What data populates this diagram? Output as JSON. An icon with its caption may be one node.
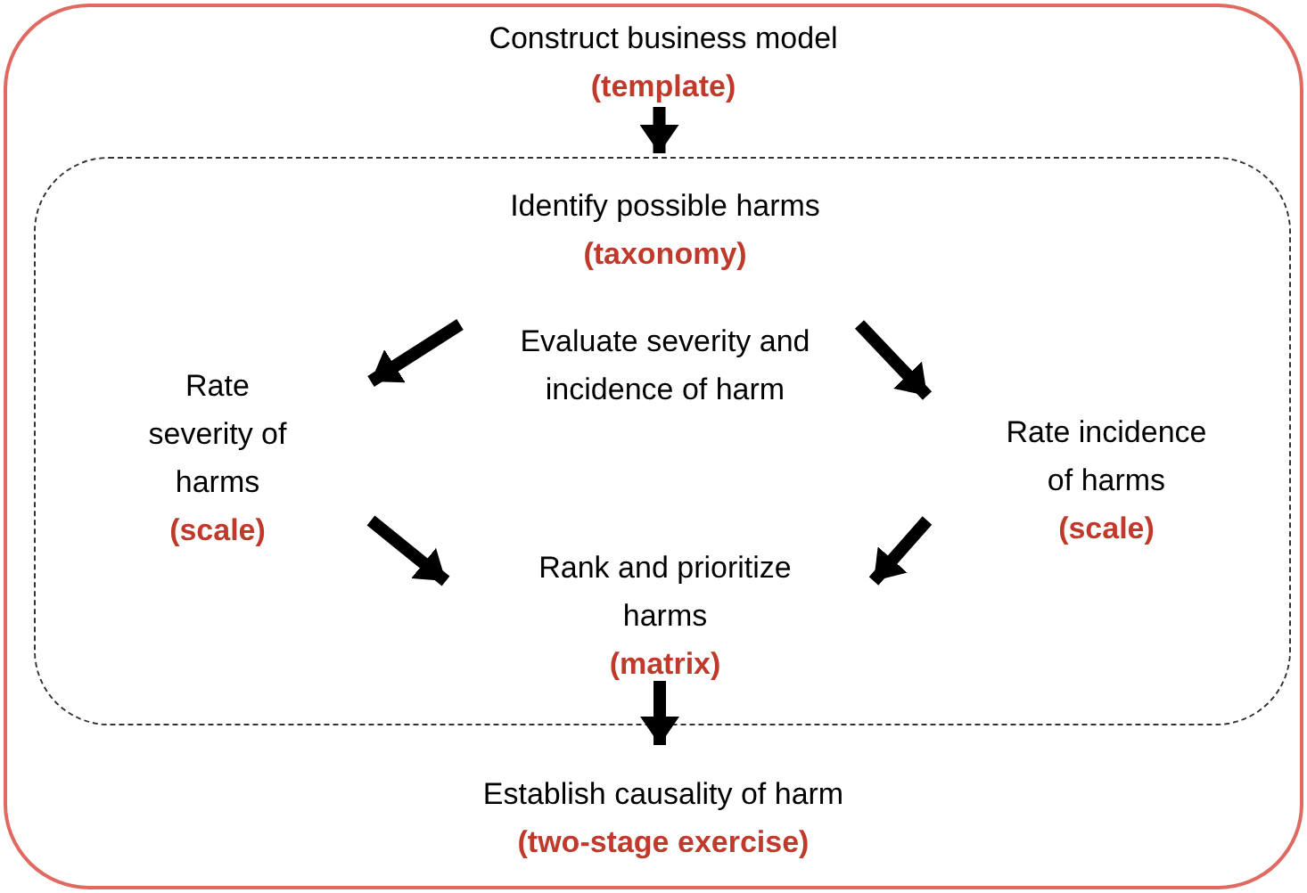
{
  "diagram": {
    "nodes": [
      {
        "text": [],
        "shape": "box"
      },
      {
        "text": [
          "Construct business model",
          "(template)"
        ],
        "in": 0
      },
      {
        "text": [],
        "shape": "box",
        "in": 0
      },
      {
        "text": [
          "Identify possible harms",
          "(taxonomy)"
        ],
        "in": 2
      },
      {
        "text": [
          "Evaluate severity and incidence of harm"
        ],
        "in": 2
      },
      {
        "text": [
          "Rate severity of harms",
          "(scale)"
        ],
        "in": 2
      },
      {
        "text": [
          "Rate incidence of harms",
          "(scale)"
        ],
        "in": 2
      },
      {
        "text": [
          "Rank and prioritize harms",
          "(matrix)"
        ],
        "in": 2
      },
      {
        "text": [
          "Establish causality of harm",
          "(two-stage exercise)"
        ],
        "in": 0
      }
    ],
    "edges": [
      {
        "from": 1,
        "to": 2,
        "arrow": "to"
      },
      {
        "from": 4,
        "to": 5,
        "arrow": "to"
      },
      {
        "from": 4,
        "to": 6,
        "arrow": "to"
      },
      {
        "from": 5,
        "to": 7,
        "arrow": "to"
      },
      {
        "from": 6,
        "to": 7,
        "arrow": "to"
      },
      {
        "from": 7,
        "to": 8,
        "arrow": "to"
      }
    ]
  }
}
